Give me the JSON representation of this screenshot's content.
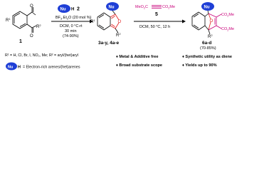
{
  "reaction": {
    "reactant1": {
      "label": "1",
      "substituents": {
        "r1": "R",
        "r1_sup": "1",
        "r2": "R",
        "r2_sup": "2",
        "o1": "O",
        "o2": "O"
      }
    },
    "reagent_nuh": {
      "text": "Nu",
      "h": "H",
      "number": "2"
    },
    "step1": {
      "line1": "BF",
      "line1_sub": "3",
      "line1_rest": ".Et",
      "line1_sub2": "2",
      "line1_end": "O (20 mol %)",
      "line2": "DCM, 0 °C-rt",
      "line3": "30 min",
      "line4": "(74-90%)"
    },
    "intermediate": {
      "label": "3a-y, 4a-e",
      "nu": "Nu",
      "r1": "R",
      "r1_sup": "1",
      "r2": "R",
      "r2_sup": "2",
      "o": "O"
    },
    "dmad": {
      "left": "MeO",
      "left_sub": "2",
      "left_end": "C",
      "right": "CO",
      "right_sub": "2",
      "right_end": "Me",
      "number": "5"
    },
    "step2": {
      "text": "DCM, 50 °C, 12 h"
    },
    "product": {
      "label": "6a-d",
      "yield": "(70-85%)",
      "nu": "Nu",
      "r2": "R",
      "r2_sup": "2",
      "o": "O",
      "e1": "CO",
      "e1_sub": "2",
      "e1_end": "Me",
      "e2": "CO",
      "e2_sub": "2",
      "e2_end": "Me"
    }
  },
  "legend": {
    "r1_def": "R¹ = H, Cl, Br, I, NO₂, Me; R² = aryl/(het)aryl",
    "nuh_box": {
      "nu": "Nu",
      "h": "H"
    },
    "nuh_def": "= Electron-rich arenes/(het)arenes"
  },
  "features": [
    "♦ Metal & Additive free",
    "♦ Broad substrate scope",
    "♦ Synthetic utility as diene",
    "♦ Yields up to 90%"
  ],
  "colors": {
    "blue": "#1f3fd6",
    "magenta": "#c8007a",
    "green": "#3a8f3a",
    "red": "#e01c1c"
  }
}
